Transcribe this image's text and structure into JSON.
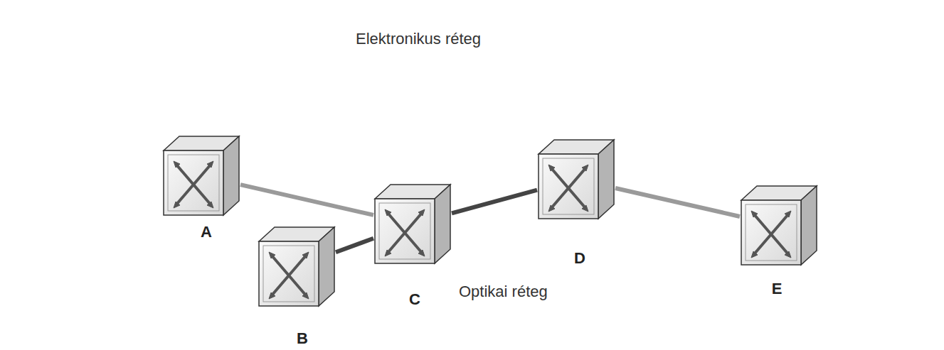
{
  "diagram": {
    "nodes": [
      {
        "text": [
          "Elektronikus réteg"
        ]
      },
      {
        "text": [
          "Optikai réteg"
        ]
      },
      {
        "text": [
          "A"
        ],
        "in": 1
      },
      {
        "text": [
          "B"
        ],
        "in": 1
      },
      {
        "text": [
          "C"
        ],
        "in": 1
      },
      {
        "text": [
          "D"
        ],
        "in": 1
      },
      {
        "text": [
          "E"
        ],
        "in": 1
      }
    ],
    "edges": [
      {
        "from": 2,
        "to": 4,
        "arrow": "none"
      },
      {
        "from": 3,
        "to": 4,
        "arrow": "none"
      },
      {
        "from": 4,
        "to": 5,
        "arrow": "none"
      },
      {
        "from": 5,
        "to": 6,
        "arrow": "none"
      }
    ]
  }
}
